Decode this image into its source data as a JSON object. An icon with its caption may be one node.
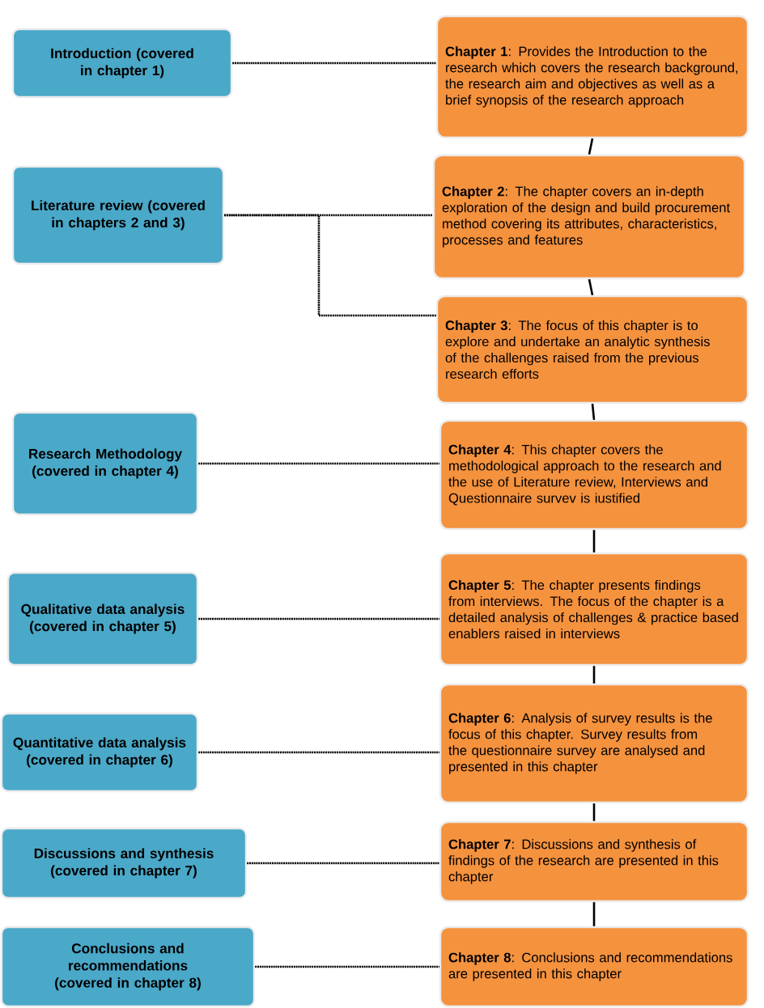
{
  "diagram": {
    "nodes": [
      {
        "text": [
          "Introduction (covered in chapter 1)"
        ]
      },
      {
        "text": [
          "Literature review (covered in chapters 2 and 3)"
        ]
      },
      {
        "text": [
          "Research Methodology (covered in chapter 4)"
        ]
      },
      {
        "text": [
          "Qualitative data analysis (covered in chapter 5)"
        ]
      },
      {
        "text": [
          "Quantitative data analysis (covered in chapter 6)"
        ]
      },
      {
        "text": [
          "Discussions and synthesis (covered in chapter 7)"
        ]
      },
      {
        "text": [
          "Conclusions and recommendations (covered in chapter 8)"
        ]
      },
      {
        "text": [
          "**Chapter 1**: Provides the Introduction to the research which covers the research background, the research aim and objectives as well as a brief synopsis of the research approach"
        ]
      },
      {
        "text": [
          "**Chapter 2**: The chapter covers an in-depth exploration of the design and build procurement method covering its attributes, characteristics, processes and features"
        ]
      },
      {
        "text": [
          "**Chapter 3**: The focus of this chapter is to explore and undertake an analytic synthesis of the challenges raised from the previous research efforts"
        ]
      },
      {
        "text": [
          "**Chapter 4**: This chapter covers the methodological approach to the research and the use of Literature review, Interviews and Questionnaire survev is iustified"
        ]
      },
      {
        "text": [
          "**Chapter 5**: The chapter presents findings from interviews. The focus of the chapter is a detailed analysis of challenges & practice based enablers raised in interviews"
        ]
      },
      {
        "text": [
          "**Chapter 6**: Analysis of survey results is the focus of this chapter. Survey results from the questionnaire survey are analysed and presented in this chapter"
        ]
      },
      {
        "text": [
          "**Chapter 7**: Discussions and synthesis of findings of the research are presented in this chapter"
        ]
      },
      {
        "text": [
          "**Chapter 8**: Conclusions and recommendations are presented in this chapter"
        ]
      }
    ],
    "edges": [
      {
        "from": 0,
        "to": 7,
        "arrow": "none",
        "style": "dashed"
      },
      {
        "from": 1,
        "to": 8,
        "arrow": "none",
        "style": "dashed"
      },
      {
        "from": 1,
        "to": 9,
        "arrow": "none",
        "style": "dashed"
      },
      {
        "from": 2,
        "to": 10,
        "arrow": "none",
        "style": "dashed"
      },
      {
        "from": 3,
        "to": 11,
        "arrow": "none",
        "style": "dashed"
      },
      {
        "from": 4,
        "to": 12,
        "arrow": "none",
        "style": "dashed"
      },
      {
        "from": 5,
        "to": 13,
        "arrow": "none",
        "style": "dashed"
      },
      {
        "from": 6,
        "to": 14,
        "arrow": "none",
        "style": "dashed"
      },
      {
        "from": 7,
        "to": 8,
        "arrow": "none"
      },
      {
        "from": 8,
        "to": 9,
        "arrow": "none"
      },
      {
        "from": 9,
        "to": 10,
        "arrow": "none"
      },
      {
        "from": 10,
        "to": 11,
        "arrow": "none"
      },
      {
        "from": 11,
        "to": 12,
        "arrow": "none"
      },
      {
        "from": 12,
        "to": 13,
        "arrow": "none"
      },
      {
        "from": 13,
        "to": 14,
        "arrow": "none"
      }
    ]
  }
}
